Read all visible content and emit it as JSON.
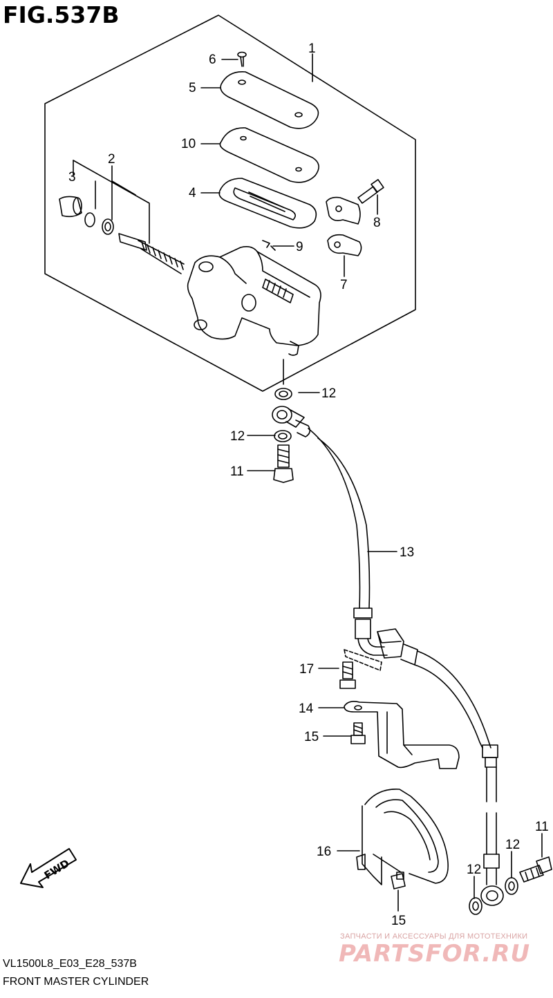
{
  "figure_id": "FIG.537B",
  "model_code": "VL1500L8_E03_E28_537B",
  "caption": "FRONT MASTER CYLINDER",
  "fwd_label": "FWD",
  "callouts": {
    "c1": "1",
    "c2": "2",
    "c3": "3",
    "c4": "4",
    "c5": "5",
    "c6": "6",
    "c7": "7",
    "c8": "8",
    "c9": "9",
    "c10": "10",
    "c11a": "11",
    "c11b": "11",
    "c12a": "12",
    "c12b": "12",
    "c12c": "12",
    "c12d": "12",
    "c13": "13",
    "c14": "14",
    "c15a": "15",
    "c15b": "15",
    "c16": "16",
    "c17": "17"
  },
  "watermark": {
    "tagline": "ЗАПЧАСТИ И АКСЕССУАРЫ ДЛЯ МОТОТЕХНИКИ",
    "brand": "PARTSFOR.RU"
  }
}
